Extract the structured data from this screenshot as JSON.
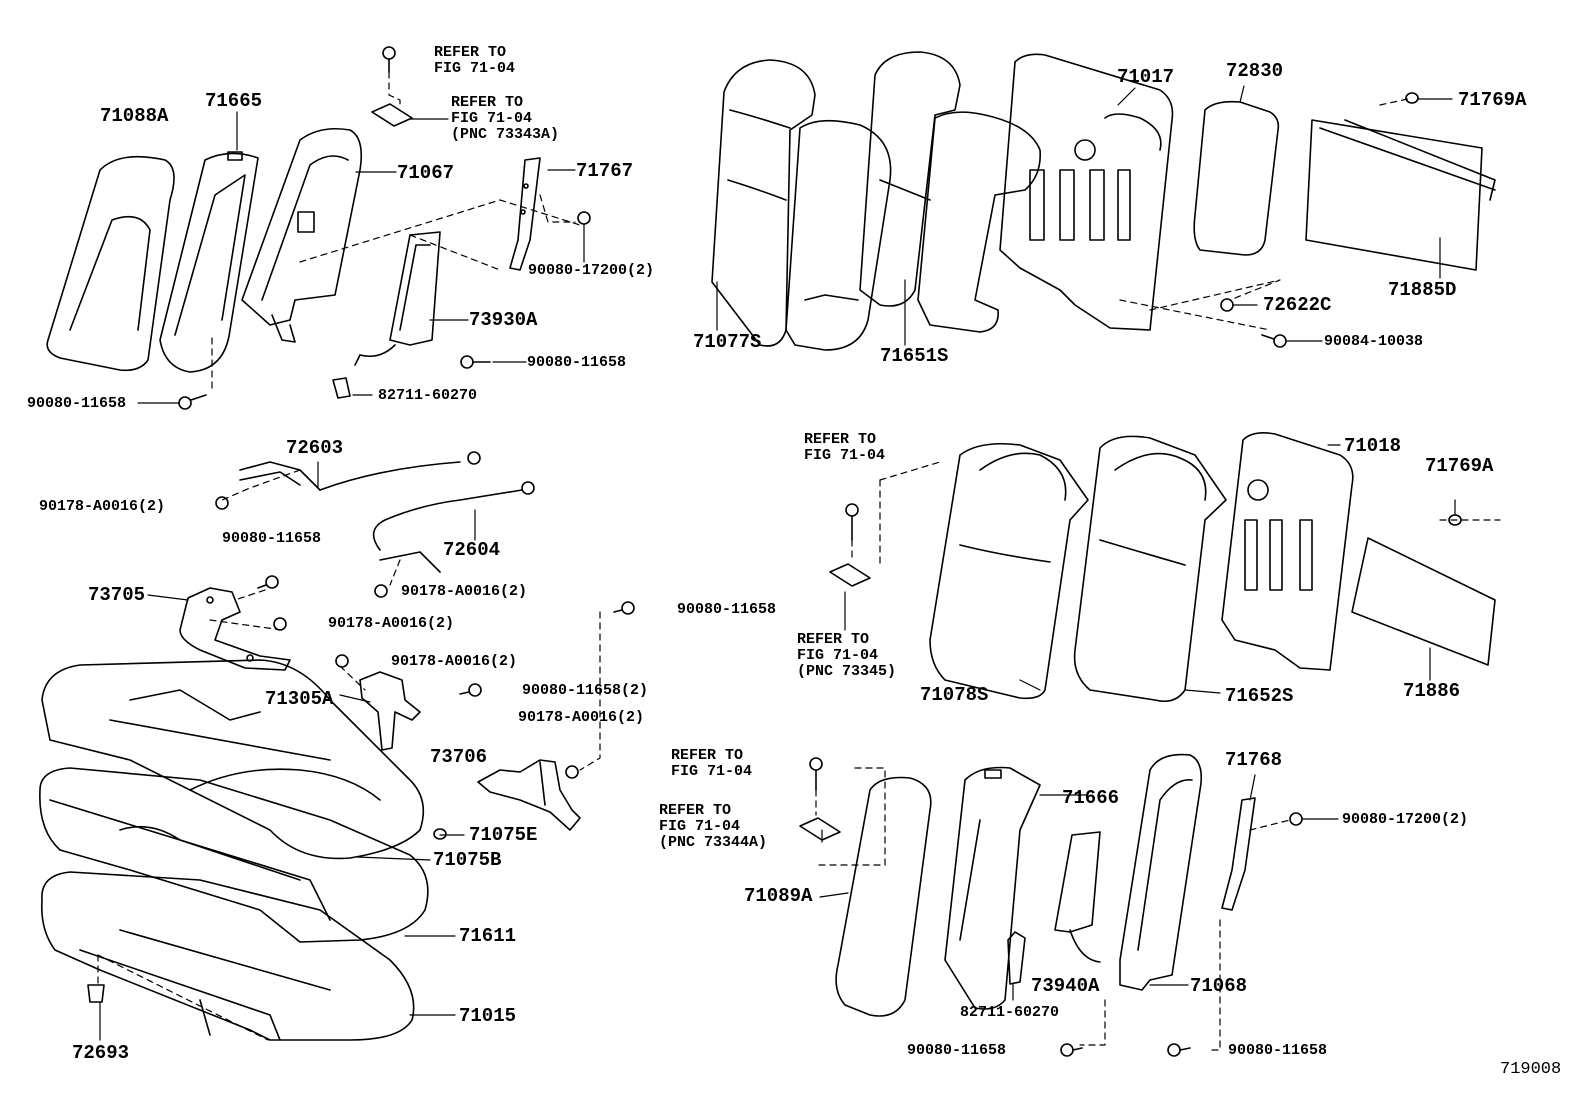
{
  "figure_id": "719008",
  "labels": {
    "p71088A": "71088A",
    "p71665": "71665",
    "p71067": "71067",
    "p71767": "71767",
    "p90080_17200_a": "90080-17200(2)",
    "p73930A": "73930A",
    "p90080_11658_a": "90080-11658",
    "p90080_11658_b": "90080-11658",
    "p82711_60270_a": "82711-60270",
    "ref_fig_a": "REFER TO\nFIG 71-04",
    "ref_fig_b": "REFER TO\nFIG 71-04\n(PNC 73343A)",
    "p71077S": "71077S",
    "p71651S": "71651S",
    "p71017": "71017",
    "p72830": "72830",
    "p71769A_a": "71769A",
    "p71885D": "71885D",
    "p72622C": "72622C",
    "p90084_10038": "90084-10038",
    "p72603": "72603",
    "p90178_A0016_a": "90178-A0016(2)",
    "p72604": "72604",
    "p90178_A0016_b": "90178-A0016(2)",
    "p90080_11658_c": "90080-11658",
    "p73705": "73705",
    "p90178_A0016_c": "90178-A0016(2)",
    "p90178_A0016_d": "90178-A0016(2)",
    "p71305A": "71305A",
    "p90080_11658_d": "90080-11658(2)",
    "p90080_11658_e": "90080-11658",
    "p90178_A0016_e": "90178-A0016(2)",
    "p73706": "73706",
    "p71075E": "71075E",
    "p71075B": "71075B",
    "p71611": "71611",
    "p71015": "71015",
    "p72693": "72693",
    "ref_fig_c": "REFER TO\nFIG 71-04",
    "ref_fig_d": "REFER TO\nFIG 71-04\n(PNC 73345)",
    "p71078S": "71078S",
    "p71652S": "71652S",
    "p71018": "71018",
    "p71769A_b": "71769A",
    "p71886": "71886",
    "ref_fig_e": "REFER TO\nFIG 71-04",
    "ref_fig_f": "REFER TO\nFIG 71-04\n(PNC 73344A)",
    "p71089A": "71089A",
    "p71666": "71666",
    "p71768": "71768",
    "p90080_17200_b": "90080-17200(2)",
    "p73940A": "73940A",
    "p71068": "71068",
    "p82711_60270_b": "82711-60270",
    "p90080_11658_f": "90080-11658",
    "p90080_11658_g": "90080-11658"
  }
}
